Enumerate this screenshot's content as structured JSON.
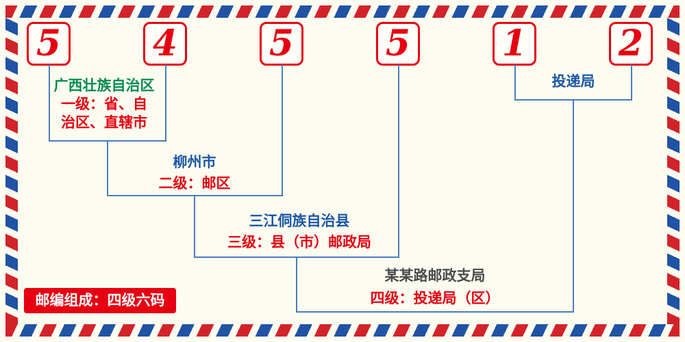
{
  "postal_code": {
    "digits": [
      "5",
      "4",
      "5",
      "5",
      "1",
      "2"
    ]
  },
  "levels": {
    "level1": {
      "place": "广西壮族自治区",
      "desc_line1": "一级：省、自",
      "desc_line2": "治区、直辖市"
    },
    "level2": {
      "place": "柳州市",
      "desc": "二级：邮区"
    },
    "level3": {
      "place": "三江侗族自治县",
      "desc": "三级：县（市）邮政局"
    },
    "level4": {
      "place": "某某路邮政支局",
      "desc": "四级：投递局（区）"
    },
    "delivery": {
      "label": "投递局"
    }
  },
  "footer_badge": {
    "text": "邮编组成：四级六码"
  },
  "colors": {
    "red": "#e60012",
    "blue_text": "#1b56a7",
    "green_text": "#008a50",
    "dark_text": "#4a4a4a",
    "line_blue": "#4a7cc0",
    "stripe_red": "#d2232a",
    "stripe_blue": "#2053a4",
    "background": "#fdfcf0"
  }
}
